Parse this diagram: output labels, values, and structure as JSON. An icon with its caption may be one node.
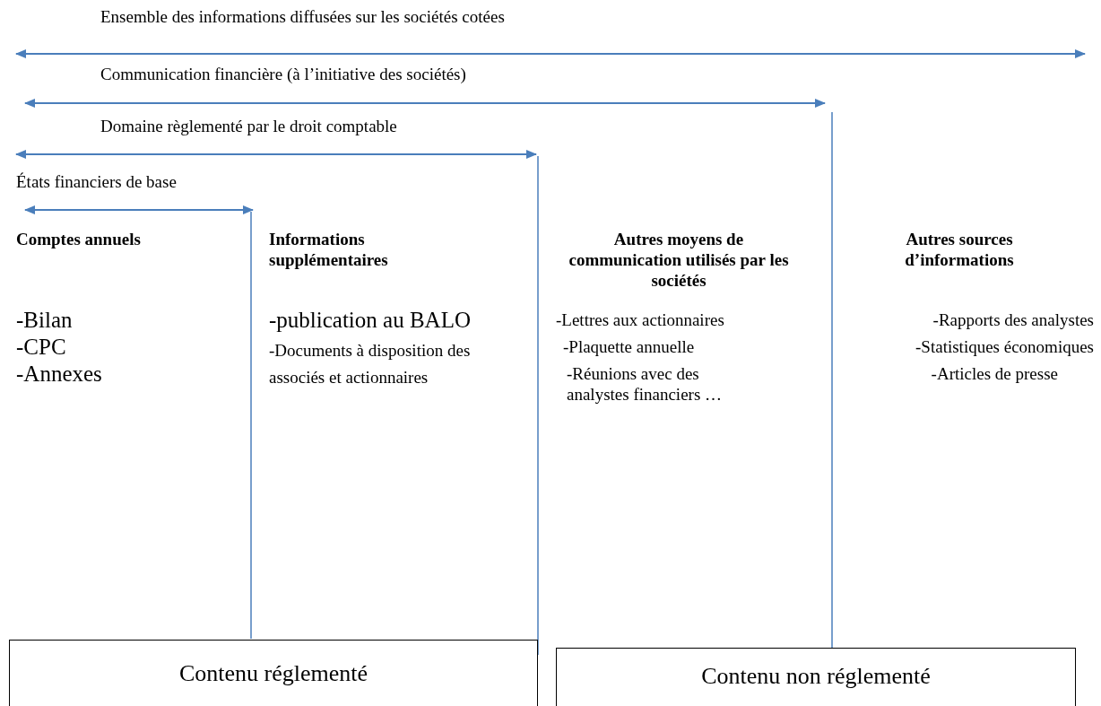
{
  "diagram": {
    "nodes": [
      {
        "text": [
          "Contenu réglementé"
        ]
      },
      {
        "text": [
          "Contenu non réglementé"
        ]
      }
    ],
    "edges": [],
    "labels": [
      "Ensemble des informations diffusées sur les sociétés cotées",
      "Communication financière (à l’initiative des sociétés)",
      "Domaine règlementé par le droit comptable",
      "États financiers de base",
      "Comptes annuels",
      "Informations supplémentaires",
      "Autres moyens de communication utilisés par les sociétés",
      "Autres sources d’informations",
      "-Bilan",
      "-CPC",
      "-Annexes",
      "-publication au BALO",
      "-Documents à disposition des associés et actionnaires",
      "-Lettres aux actionnaires",
      "-Plaquette annuelle",
      "-Réunions avec des analystes financiers …",
      "-Rapports des analystes",
      "-Statistiques économiques",
      "-Articles de presse"
    ]
  }
}
